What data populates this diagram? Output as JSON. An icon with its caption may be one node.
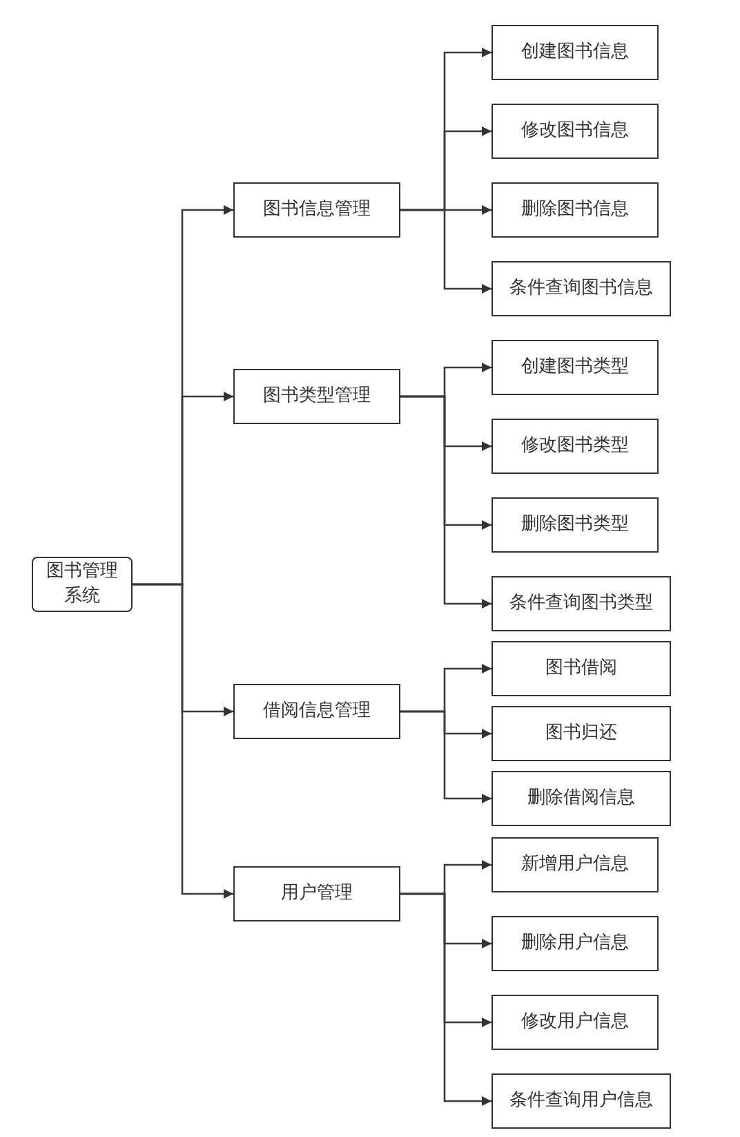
{
  "diagram": {
    "nodes": [
      {
        "text": [
          "图书管理系统"
        ]
      },
      {
        "text": [
          "图书信息管理"
        ]
      },
      {
        "text": [
          "创建图书信息"
        ]
      },
      {
        "text": [
          "修改图书信息"
        ]
      },
      {
        "text": [
          "删除图书信息"
        ]
      },
      {
        "text": [
          "条件查询图书信息"
        ]
      },
      {
        "text": [
          "图书类型管理"
        ]
      },
      {
        "text": [
          "创建图书类型"
        ]
      },
      {
        "text": [
          "修改图书类型"
        ]
      },
      {
        "text": [
          "删除图书类型"
        ]
      },
      {
        "text": [
          "条件查询图书类型"
        ]
      },
      {
        "text": [
          "借阅信息管理"
        ]
      },
      {
        "text": [
          "图书借阅"
        ]
      },
      {
        "text": [
          "图书归还"
        ]
      },
      {
        "text": [
          "删除借阅信息"
        ]
      },
      {
        "text": [
          "用户管理"
        ]
      },
      {
        "text": [
          "新增用户信息"
        ]
      },
      {
        "text": [
          "删除用户信息"
        ]
      },
      {
        "text": [
          "修改用户信息"
        ]
      },
      {
        "text": [
          "条件查询用户信息"
        ]
      }
    ],
    "edges": [
      {
        "from": 0,
        "to": 1,
        "arrow": "to"
      },
      {
        "from": 0,
        "to": 6,
        "arrow": "to"
      },
      {
        "from": 0,
        "to": 11,
        "arrow": "to"
      },
      {
        "from": 0,
        "to": 15,
        "arrow": "to"
      },
      {
        "from": 1,
        "to": 2,
        "arrow": "to"
      },
      {
        "from": 1,
        "to": 3,
        "arrow": "to"
      },
      {
        "from": 1,
        "to": 4,
        "arrow": "to"
      },
      {
        "from": 1,
        "to": 5,
        "arrow": "to"
      },
      {
        "from": 6,
        "to": 7,
        "arrow": "to"
      },
      {
        "from": 6,
        "to": 8,
        "arrow": "to"
      },
      {
        "from": 6,
        "to": 9,
        "arrow": "to"
      },
      {
        "from": 6,
        "to": 10,
        "arrow": "to"
      },
      {
        "from": 11,
        "to": 12,
        "arrow": "to"
      },
      {
        "from": 11,
        "to": 13,
        "arrow": "to"
      },
      {
        "from": 11,
        "to": 14,
        "arrow": "to"
      },
      {
        "from": 15,
        "to": 16,
        "arrow": "to"
      },
      {
        "from": 15,
        "to": 17,
        "arrow": "to"
      },
      {
        "from": 15,
        "to": 18,
        "arrow": "to"
      },
      {
        "from": 15,
        "to": 19,
        "arrow": "to"
      }
    ]
  }
}
